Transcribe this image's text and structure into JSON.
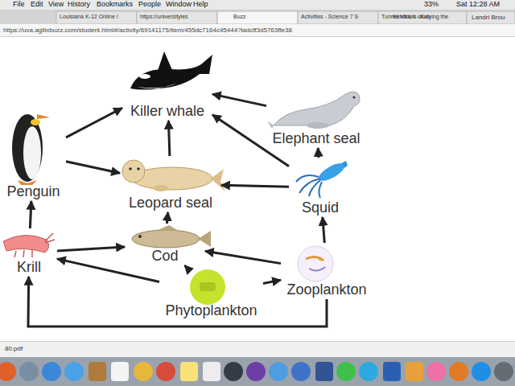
{
  "diagram": {
    "nodes": [
      {
        "text": [
          "Killer whale"
        ]
      },
      {
        "text": [
          "Elephant seal"
        ]
      },
      {
        "text": [
          "Penguin"
        ]
      },
      {
        "text": [
          "Leopard seal"
        ]
      },
      {
        "text": [
          "Squid"
        ]
      },
      {
        "text": [
          "Krill"
        ]
      },
      {
        "text": [
          "Cod"
        ]
      },
      {
        "text": [
          "Phytoplankton"
        ]
      },
      {
        "text": [
          "Zooplankton"
        ]
      }
    ],
    "edges": [
      {
        "from": 2,
        "to": 0,
        "arrow": "to"
      },
      {
        "from": 3,
        "to": 0,
        "arrow": "to"
      },
      {
        "from": 1,
        "to": 0,
        "arrow": "to"
      },
      {
        "from": 4,
        "to": 0,
        "arrow": "to"
      },
      {
        "from": 4,
        "to": 1,
        "arrow": "to"
      },
      {
        "from": 2,
        "to": 3,
        "arrow": "to"
      },
      {
        "from": 4,
        "to": 3,
        "arrow": "to"
      },
      {
        "from": 5,
        "to": 2,
        "arrow": "to"
      },
      {
        "from": 6,
        "to": 3,
        "arrow": "to"
      },
      {
        "from": 5,
        "to": 6,
        "arrow": "to"
      },
      {
        "from": 8,
        "to": 6,
        "arrow": "to"
      },
      {
        "from": 7,
        "to": 6,
        "arrow": "to"
      },
      {
        "from": 7,
        "to": 5,
        "arrow": "to"
      },
      {
        "from": 7,
        "to": 8,
        "arrow": "to"
      },
      {
        "from": 8,
        "to": 4,
        "arrow": "to"
      },
      {
        "from": 8,
        "to": 5,
        "arrow": "to"
      }
    ],
    "labels": [
      "File",
      "Edit",
      "View",
      "History",
      "Bookmarks",
      "People",
      "Window",
      "Help",
      "Sat 12:28 AM",
      "33%",
      "Landri Brou",
      "Louisiana K-12 Online I",
      "https://universityles",
      "Buzz",
      "Activities - Science 7 S",
      "Tunnel Vision - Koo",
      "Kendra is studying the",
      "https://uva.agilixbuzz.com/student.html#/activity/69141175/item/455dc7164c45444?ladcff3d5763ffe38",
      "80.pdf"
    ]
  }
}
